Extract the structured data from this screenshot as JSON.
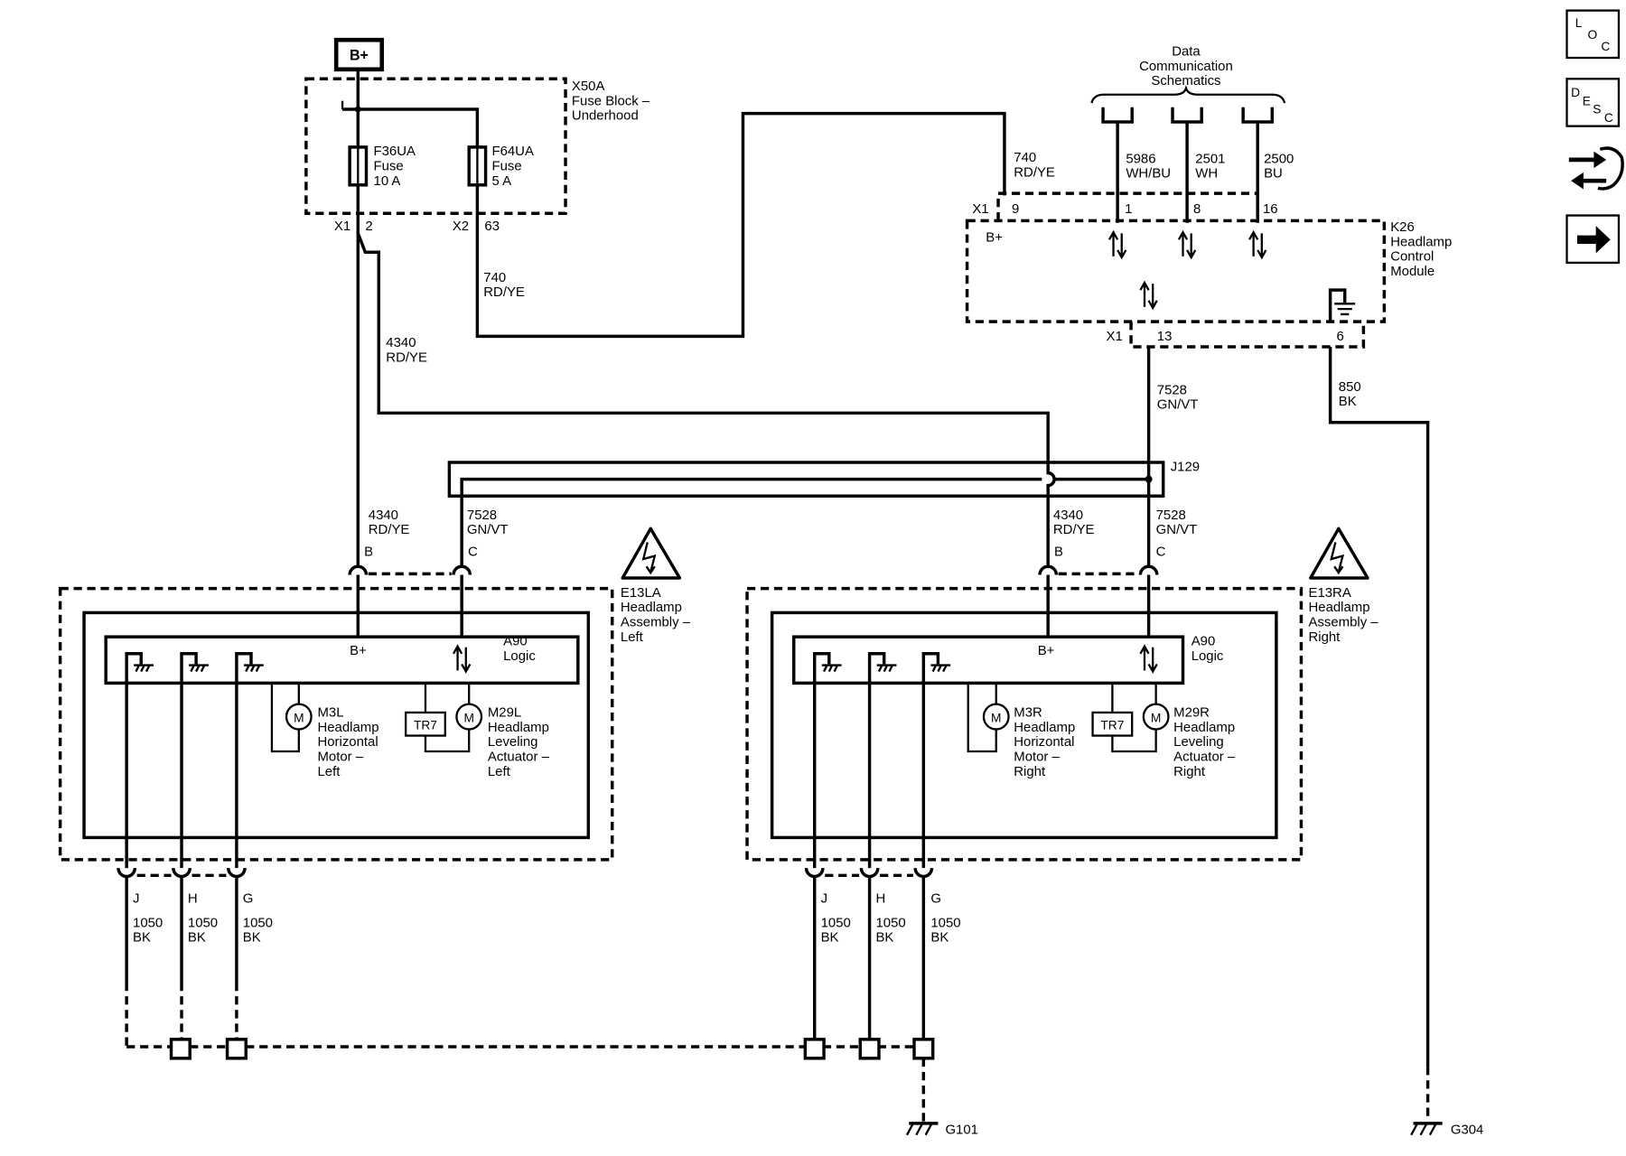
{
  "power_source": "B+",
  "fuse_block": {
    "id": "X50A",
    "name": [
      "Fuse Block –",
      "Underhood"
    ],
    "fuses": [
      {
        "id": "F36UA",
        "type": "Fuse",
        "rating": "10 A"
      },
      {
        "id": "F64UA",
        "type": "Fuse",
        "rating": "5 A"
      }
    ],
    "outputs": [
      {
        "connector": "X1",
        "pin": "2"
      },
      {
        "connector": "X2",
        "pin": "63"
      }
    ]
  },
  "data_communication": [
    "Data",
    "Communication",
    "Schematics"
  ],
  "module": {
    "id": "K26",
    "name": [
      "Headlamp",
      "Control",
      "Module"
    ],
    "power_label": "B+",
    "top_connector": "X1",
    "top_pins": [
      "9",
      "1",
      "8",
      "16"
    ],
    "bottom_connector": "X1",
    "bottom_pins": [
      "13",
      "6"
    ]
  },
  "splice": "J129",
  "wires": [
    {
      "circuit": "740",
      "color": "RD/YE"
    },
    {
      "circuit": "740",
      "color": "RD/YE"
    },
    {
      "circuit": "5986",
      "color": "WH/BU"
    },
    {
      "circuit": "2501",
      "color": "WH"
    },
    {
      "circuit": "2500",
      "color": "BU"
    },
    {
      "circuit": "4340",
      "color": "RD/YE"
    },
    {
      "circuit": "7528",
      "color": "GN/VT"
    },
    {
      "circuit": "850",
      "color": "BK"
    },
    {
      "circuit": "4340",
      "color": "RD/YE"
    },
    {
      "circuit": "7528",
      "color": "GN/VT"
    },
    {
      "circuit": "4340",
      "color": "RD/YE"
    },
    {
      "circuit": "7528",
      "color": "GN/VT"
    }
  ],
  "assemblies": [
    {
      "id": "E13LA",
      "name": [
        "Headlamp",
        "Assembly –",
        "Left"
      ],
      "input_pins": [
        "B",
        "C"
      ],
      "logic": {
        "id": "A90",
        "name": "Logic",
        "power_label": "B+"
      },
      "motors": [
        {
          "symbol": "M",
          "id": "M3L",
          "name": [
            "Headlamp",
            "Horizontal",
            "Motor –",
            "Left"
          ]
        },
        {
          "symbol": "M",
          "id": "M29L",
          "name": [
            "Headlamp",
            "Leveling",
            "Actuator –",
            "Left"
          ]
        }
      ],
      "resistor": "TR7",
      "ground_pins": [
        {
          "pin": "J",
          "circuit": "1050",
          "color": "BK"
        },
        {
          "pin": "H",
          "circuit": "1050",
          "color": "BK"
        },
        {
          "pin": "G",
          "circuit": "1050",
          "color": "BK"
        }
      ]
    },
    {
      "id": "E13RA",
      "name": [
        "Headlamp",
        "Assembly –",
        "Right"
      ],
      "input_pins": [
        "B",
        "C"
      ],
      "logic": {
        "id": "A90",
        "name": "Logic",
        "power_label": "B+"
      },
      "motors": [
        {
          "symbol": "M",
          "id": "M3R",
          "name": [
            "Headlamp",
            "Horizontal",
            "Motor –",
            "Right"
          ]
        },
        {
          "symbol": "M",
          "id": "M29R",
          "name": [
            "Headlamp",
            "Leveling",
            "Actuator –",
            "Right"
          ]
        }
      ],
      "resistor": "TR7",
      "ground_pins": [
        {
          "pin": "J",
          "circuit": "1050",
          "color": "BK"
        },
        {
          "pin": "H",
          "circuit": "1050",
          "color": "BK"
        },
        {
          "pin": "G",
          "circuit": "1050",
          "color": "BK"
        }
      ]
    }
  ],
  "grounds": [
    "G101",
    "G304"
  ],
  "side_icons": [
    {
      "icon": "location-icon",
      "letters": [
        "L",
        "O",
        "C"
      ]
    },
    {
      "icon": "description-icon",
      "letters": [
        "D",
        "E",
        "S",
        "C"
      ]
    },
    {
      "icon": "connector-exchange-icon"
    },
    {
      "icon": "next-arrow-icon"
    }
  ]
}
